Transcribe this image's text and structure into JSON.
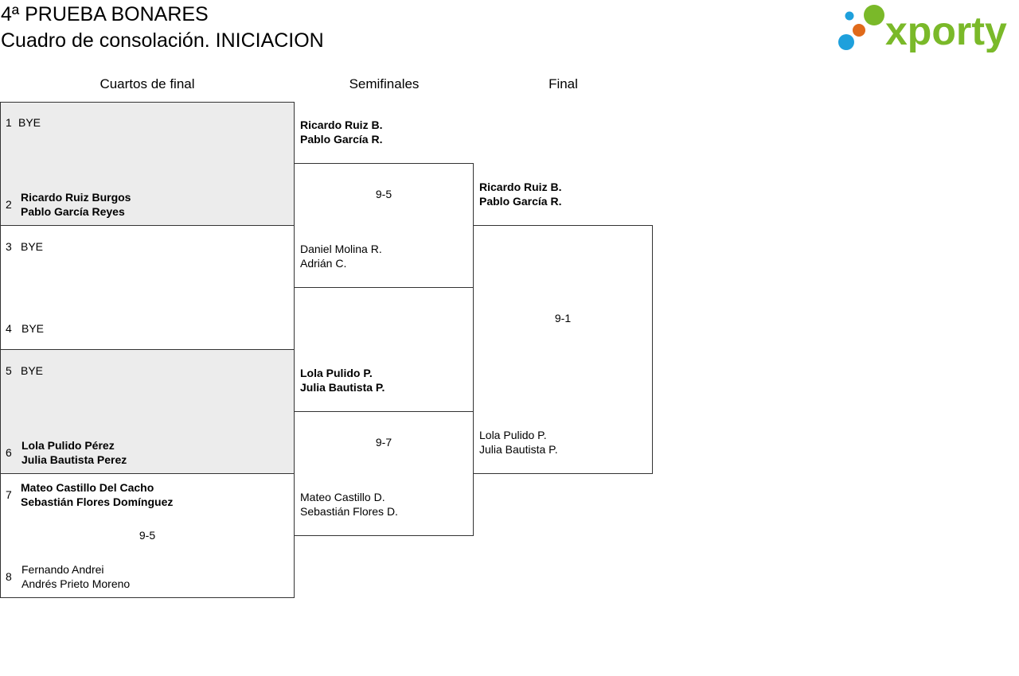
{
  "header": {
    "title_line1": "4ª PRUEBA BONARES",
    "title_line2": "Cuadro de consolación. INICIACION",
    "logo_text": "xporty",
    "logo_colors": [
      "#1ea0dc",
      "#e06a1a",
      "#7ab929"
    ]
  },
  "rounds": {
    "quarterfinals": "Cuartos de final",
    "semifinals": "Semifinales",
    "final": "Final"
  },
  "quarterfinals": {
    "slots": [
      {
        "num": "1",
        "line1": "BYE",
        "line2": ""
      },
      {
        "num": "2",
        "line1": "Ricardo Ruiz Burgos",
        "line2": "Pablo García Reyes"
      },
      {
        "num": "3",
        "line1": "BYE",
        "line2": ""
      },
      {
        "num": "4",
        "line1": "BYE",
        "line2": ""
      },
      {
        "num": "5",
        "line1": "BYE",
        "line2": ""
      },
      {
        "num": "6",
        "line1": "Lola Pulido Pérez",
        "line2": "Julia Bautista Perez"
      },
      {
        "num": "7",
        "line1": "Mateo Castillo Del Cacho",
        "line2": "Sebastián Flores Domínguez"
      },
      {
        "num": "8",
        "line1": "Fernando Andrei",
        "line2": "Andrés Prieto Moreno"
      }
    ],
    "match4_score": "9-5"
  },
  "semifinals": {
    "match1": {
      "top1": "Ricardo Ruiz B.",
      "top2": "Pablo García R.",
      "bottom1": "Daniel Molina R.",
      "bottom2": "Adrián C.",
      "score": "9-5"
    },
    "match2": {
      "top1": "Lola Pulido P.",
      "top2": "Julia Bautista P.",
      "bottom1": "Mateo Castillo D.",
      "bottom2": "Sebastián Flores D.",
      "score": "9-7"
    }
  },
  "final": {
    "top1": "Ricardo Ruiz B.",
    "top2": "Pablo García R.",
    "bottom1": "Lola Pulido P.",
    "bottom2": "Julia Bautista P.",
    "score": "9-1"
  }
}
